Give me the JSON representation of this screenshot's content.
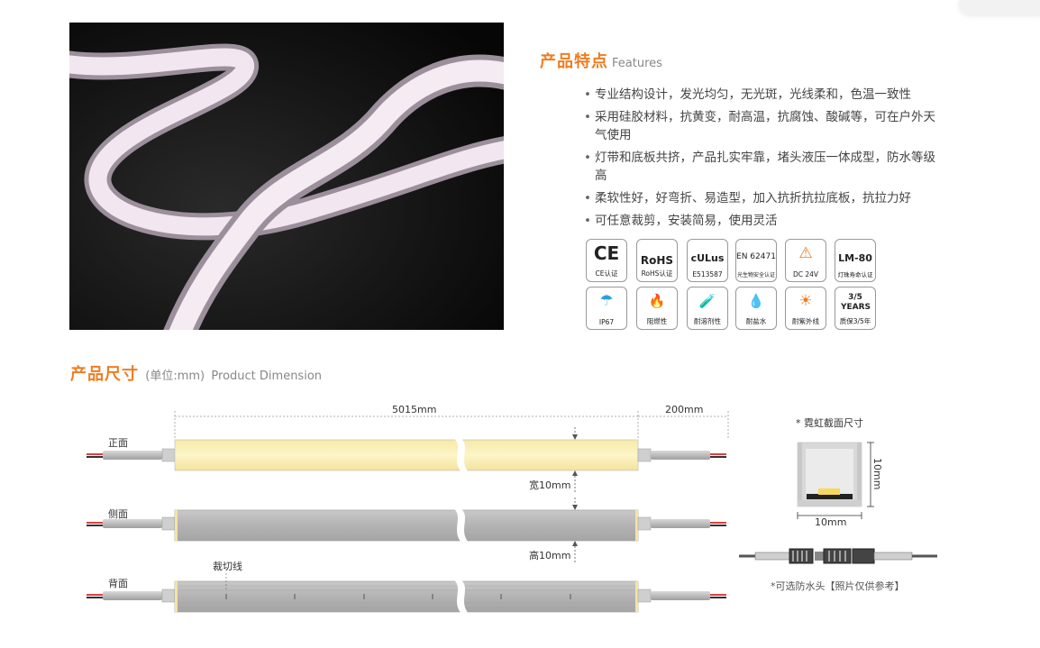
{
  "features": {
    "title": "产品特点",
    "title_en": "Features",
    "items": [
      "专业结构设计，发光均匀，无光斑，光线柔和，色温一致性",
      "采用硅胶材料，抗黄变，耐高温，抗腐蚀、酸碱等，可在户外天气使用",
      "灯带和底板共挤，产品扎实牢靠，堵头液压一体成型，防水等级高",
      "柔软性好，好弯折、易造型，加入抗折抗拉底板，抗拉力好",
      "可任意裁剪，安装简易，使用灵活"
    ]
  },
  "certifications": [
    {
      "icon": "CE",
      "label": "CE认证",
      "icon_name": "ce-icon"
    },
    {
      "icon": "RoHS",
      "label": "RoHS认证",
      "icon_name": "rohs-icon"
    },
    {
      "icon": "cULus",
      "label": "E513587",
      "icon_name": "ul-icon"
    },
    {
      "icon": "EN 62471",
      "label": "光生物安全认证",
      "icon_name": "en62471-icon"
    },
    {
      "icon": "⚠",
      "label": "DC 24V",
      "icon_name": "voltage-warning-icon"
    },
    {
      "icon": "LM-80",
      "label": "灯珠寿命认证",
      "icon_name": "lm80-icon"
    },
    {
      "icon": "☂",
      "label": "IP67",
      "icon_name": "waterproof-umbrella-icon"
    },
    {
      "icon": "🔥",
      "label": "阻燃性",
      "icon_name": "flame-retardant-icon"
    },
    {
      "icon": "🧪",
      "label": "耐溶剂性",
      "icon_name": "solvent-resistant-icon"
    },
    {
      "icon": "💧",
      "label": "耐盐水",
      "icon_name": "salt-water-resistant-icon"
    },
    {
      "icon": "☀",
      "label": "耐紫外线",
      "icon_name": "uv-resistant-icon"
    },
    {
      "icon": "3/5 YEARS",
      "label": "质保3/5年",
      "icon_name": "warranty-icon"
    }
  ],
  "dimension": {
    "title": "产品尺寸",
    "unit": "(单位:mm)",
    "title_en": "Product Dimension",
    "length_label": "5015mm",
    "lead_label": "200mm",
    "front_label": "正面",
    "side_label": "侧面",
    "back_label": "背面",
    "width_label": "宽10mm",
    "height_label": "高10mm",
    "cut_label": "裁切线",
    "section_title": "* 霓虹截面尺寸",
    "section_width": "10mm",
    "section_height": "10mm",
    "connector_note": "*可选防水头【照片仅供参考】"
  },
  "colors": {
    "accent": "#ee7d22",
    "led_yellow": "#fbefb0",
    "housing_gray": "#b8b8b8"
  }
}
